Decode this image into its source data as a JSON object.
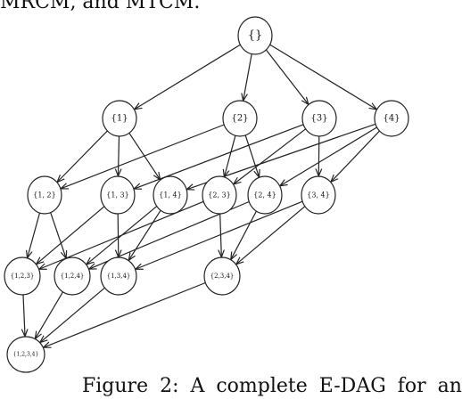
{
  "top_text": "MRCM, and MTCM.",
  "caption": "Figure 2: A complete E-DAG for an",
  "diagram": {
    "nodes": [
      {
        "id": "n0",
        "label": "{}"
      },
      {
        "id": "n1",
        "label": "{1}"
      },
      {
        "id": "n2",
        "label": "{2}"
      },
      {
        "id": "n3",
        "label": "{3}"
      },
      {
        "id": "n4",
        "label": "{4}"
      },
      {
        "id": "n12",
        "label": "{1, 2}"
      },
      {
        "id": "n13",
        "label": "{1, 3}"
      },
      {
        "id": "n14",
        "label": "{1, 4}"
      },
      {
        "id": "n23",
        "label": "{2, 3}"
      },
      {
        "id": "n24",
        "label": "{2, 4}"
      },
      {
        "id": "n34",
        "label": "{3, 4}"
      },
      {
        "id": "n123",
        "label": "{1,2,3}"
      },
      {
        "id": "n124",
        "label": "{1,2,4}"
      },
      {
        "id": "n134",
        "label": "{1,3,4}"
      },
      {
        "id": "n234",
        "label": "{2,3,4}"
      },
      {
        "id": "n1234",
        "label": "{1,2,3,4}"
      }
    ],
    "edges": [
      [
        "n0",
        "n1"
      ],
      [
        "n0",
        "n2"
      ],
      [
        "n0",
        "n3"
      ],
      [
        "n0",
        "n4"
      ],
      [
        "n1",
        "n12"
      ],
      [
        "n1",
        "n13"
      ],
      [
        "n1",
        "n14"
      ],
      [
        "n2",
        "n12"
      ],
      [
        "n2",
        "n23"
      ],
      [
        "n2",
        "n24"
      ],
      [
        "n3",
        "n13"
      ],
      [
        "n3",
        "n23"
      ],
      [
        "n3",
        "n34"
      ],
      [
        "n4",
        "n14"
      ],
      [
        "n4",
        "n24"
      ],
      [
        "n4",
        "n34"
      ],
      [
        "n12",
        "n123"
      ],
      [
        "n12",
        "n124"
      ],
      [
        "n13",
        "n123"
      ],
      [
        "n13",
        "n134"
      ],
      [
        "n14",
        "n124"
      ],
      [
        "n14",
        "n134"
      ],
      [
        "n23",
        "n123"
      ],
      [
        "n23",
        "n234"
      ],
      [
        "n24",
        "n124"
      ],
      [
        "n24",
        "n234"
      ],
      [
        "n34",
        "n134"
      ],
      [
        "n34",
        "n234"
      ],
      [
        "n123",
        "n1234"
      ],
      [
        "n124",
        "n1234"
      ],
      [
        "n134",
        "n1234"
      ],
      [
        "n234",
        "n1234"
      ]
    ]
  }
}
